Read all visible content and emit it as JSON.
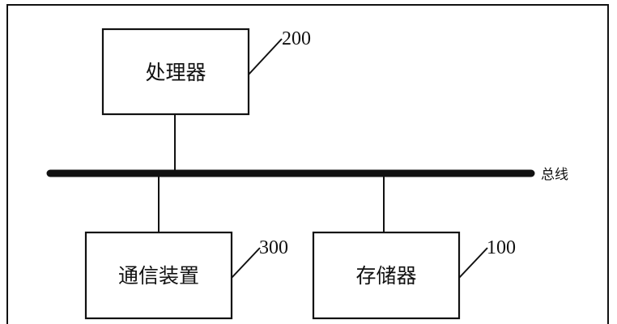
{
  "diagram": {
    "stroke_color": "#111111",
    "background": "#ffffff",
    "bus": {
      "label": "总线"
    },
    "processor": {
      "label": "处理器",
      "ref": "200"
    },
    "communication_device": {
      "label": "通信装置",
      "ref": "300"
    },
    "memory": {
      "label": "存储器",
      "ref": "100"
    }
  }
}
